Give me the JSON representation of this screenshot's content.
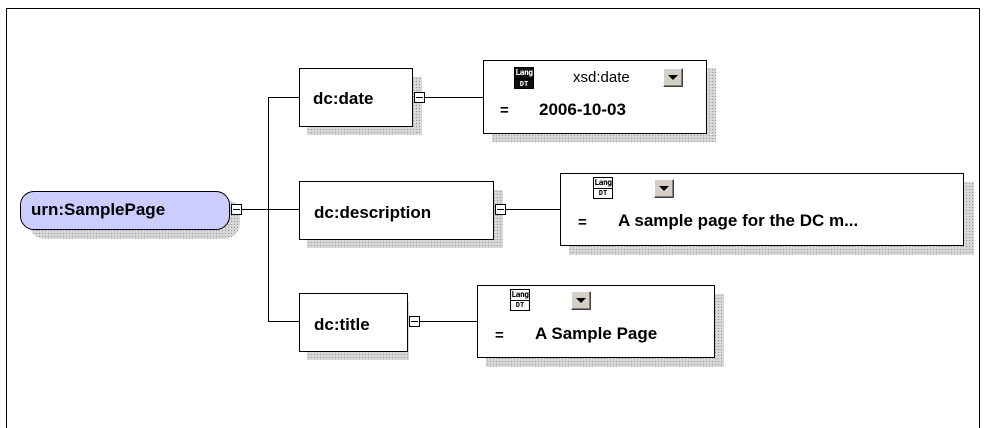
{
  "diagram": {
    "root": {
      "label": "urn:SamplePage"
    },
    "children": [
      {
        "label": "dc:date",
        "value_box": {
          "lang_icon": {
            "top": "Lang",
            "bottom": "DT"
          },
          "datatype": "xsd:date",
          "equals": "=",
          "value": "2006-10-03"
        }
      },
      {
        "label": "dc:description",
        "value_box": {
          "lang_icon": {
            "top": "Lang",
            "bottom": "DT"
          },
          "datatype": "",
          "equals": "=",
          "value": "A sample page for the DC m..."
        }
      },
      {
        "label": "dc:title",
        "value_box": {
          "lang_icon": {
            "top": "Lang",
            "bottom": "DT"
          },
          "datatype": "",
          "equals": "=",
          "value": "A Sample Page"
        }
      }
    ]
  },
  "icons": {
    "collapse": "minus-box-icon",
    "lang": "lang-datatype-icon",
    "dropdown": "dropdown-arrow-icon"
  },
  "colors": {
    "root_fill": "#ccccff",
    "shadow": "#bdbdbd",
    "button_face": "#d4d0c8"
  }
}
